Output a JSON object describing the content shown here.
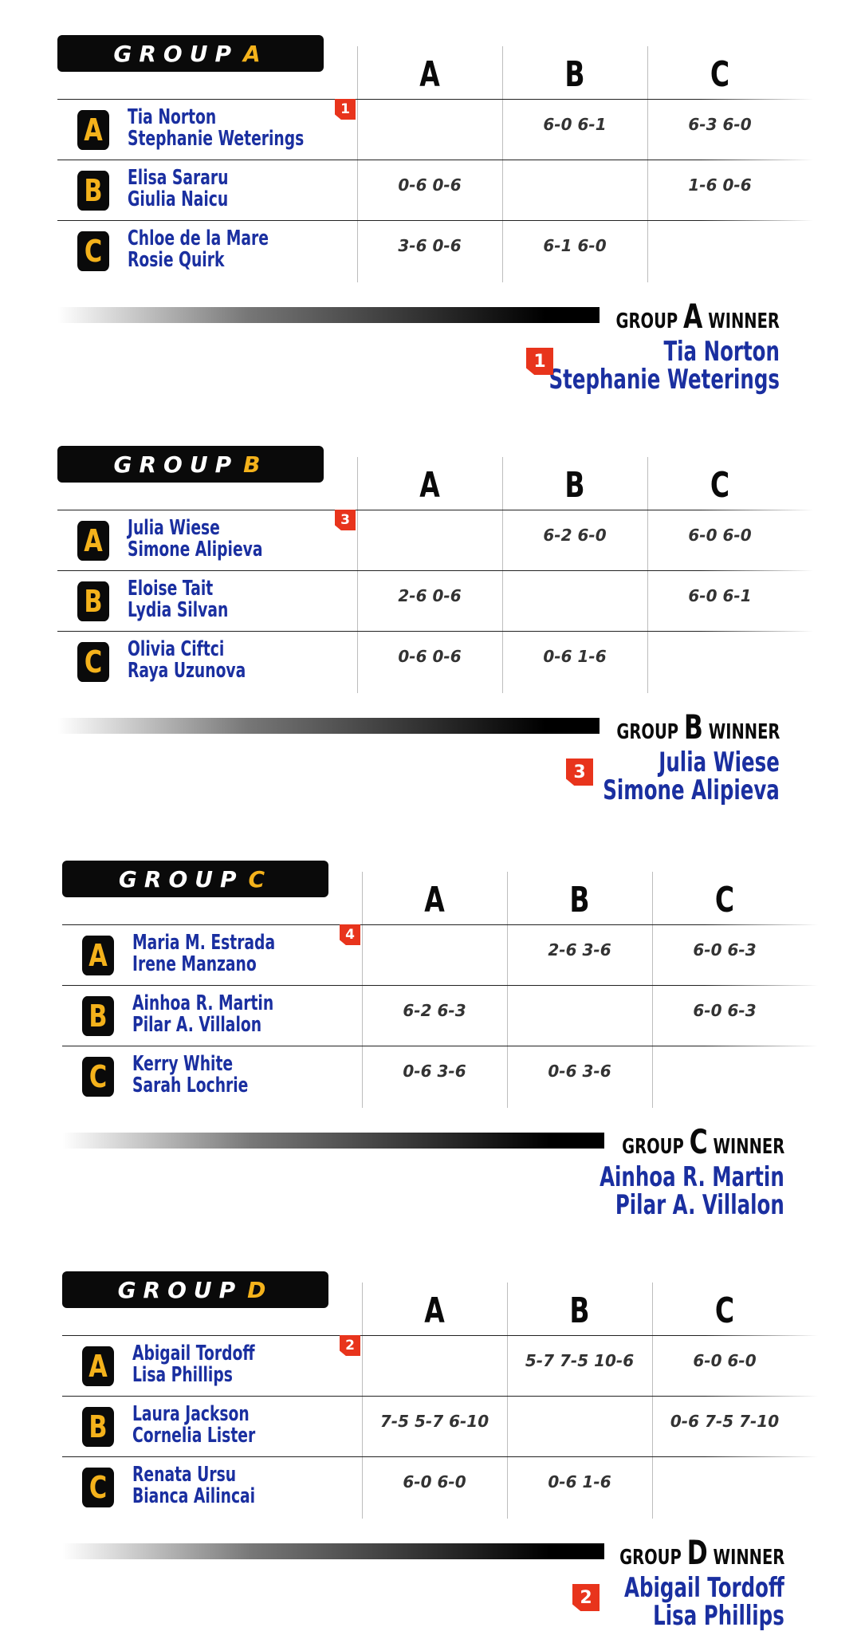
{
  "groups": [
    {
      "title": "GROUP",
      "letter": "A",
      "columns": [
        "A",
        "B",
        "C"
      ],
      "rows": [
        {
          "letter": "A",
          "player1": "Tia Norton",
          "player2": "Stephanie Weterings",
          "seed": "1",
          "scores": [
            "",
            "6-0 6-1",
            "6-3 6-0"
          ]
        },
        {
          "letter": "B",
          "player1": "Elisa Sararu",
          "player2": "Giulia Naicu",
          "seed": "",
          "scores": [
            "0-6 0-6",
            "",
            "1-6 0-6"
          ]
        },
        {
          "letter": "C",
          "player1": "Chloe de la Mare",
          "player2": "Rosie Quirk",
          "seed": "",
          "scores": [
            "3-6 0-6",
            "6-1 6-0",
            ""
          ]
        }
      ],
      "winner": {
        "label_prefix": "GROUP",
        "label_suffix": "WINNER",
        "seed": "1",
        "player1": "Tia Norton",
        "player2": "Stephanie Weterings"
      }
    },
    {
      "title": "GROUP",
      "letter": "B",
      "columns": [
        "A",
        "B",
        "C"
      ],
      "rows": [
        {
          "letter": "A",
          "player1": "Julia Wiese",
          "player2": "Simone Alipieva",
          "seed": "3",
          "scores": [
            "",
            "6-2 6-0",
            "6-0 6-0"
          ]
        },
        {
          "letter": "B",
          "player1": "Eloise Tait",
          "player2": "Lydia Silvan",
          "seed": "",
          "scores": [
            "2-6 0-6",
            "",
            "6-0 6-1"
          ]
        },
        {
          "letter": "C",
          "player1": "Olivia Ciftci",
          "player2": "Raya Uzunova",
          "seed": "",
          "scores": [
            "0-6 0-6",
            "0-6 1-6",
            ""
          ]
        }
      ],
      "winner": {
        "label_prefix": "GROUP",
        "label_suffix": "WINNER",
        "seed": "3",
        "player1": "Julia Wiese",
        "player2": "Simone Alipieva"
      }
    },
    {
      "title": "GROUP",
      "letter": "C",
      "columns": [
        "A",
        "B",
        "C"
      ],
      "rows": [
        {
          "letter": "A",
          "player1": "Maria M. Estrada",
          "player2": "Irene Manzano",
          "seed": "4",
          "scores": [
            "",
            "2-6 3-6",
            "6-0 6-3"
          ]
        },
        {
          "letter": "B",
          "player1": "Ainhoa R. Martin",
          "player2": "Pilar A. Villalon",
          "seed": "",
          "scores": [
            "6-2 6-3",
            "",
            "6-0 6-3"
          ]
        },
        {
          "letter": "C",
          "player1": "Kerry White",
          "player2": "Sarah Lochrie",
          "seed": "",
          "scores": [
            "0-6 3-6",
            "0-6 3-6",
            ""
          ]
        }
      ],
      "winner": {
        "label_prefix": "GROUP",
        "label_suffix": "WINNER",
        "seed": "",
        "player1": "Ainhoa R. Martin",
        "player2": "Pilar A. Villalon"
      }
    },
    {
      "title": "GROUP",
      "letter": "D",
      "columns": [
        "A",
        "B",
        "C"
      ],
      "rows": [
        {
          "letter": "A",
          "player1": "Abigail Tordoff",
          "player2": "Lisa Phillips",
          "seed": "2",
          "scores": [
            "",
            "5-7 7-5 10-6",
            "6-0 6-0"
          ]
        },
        {
          "letter": "B",
          "player1": "Laura Jackson",
          "player2": "Cornelia Lister",
          "seed": "",
          "scores": [
            "7-5 5-7 6-10",
            "",
            "0-6 7-5 7-10"
          ]
        },
        {
          "letter": "C",
          "player1": "Renata Ursu",
          "player2": "Bianca Ailincai",
          "seed": "",
          "scores": [
            "6-0 6-0",
            "0-6 1-6",
            ""
          ]
        }
      ],
      "winner": {
        "label_prefix": "GROUP",
        "label_suffix": "WINNER",
        "seed": "2",
        "player1": "Abigail Tordoff",
        "player2": "Lisa Phillips"
      }
    }
  ],
  "colors": {
    "accent": "#f4b21b",
    "names": "#1a2fa0",
    "seed": "#e8341c",
    "dark": "#0a0a0a"
  }
}
